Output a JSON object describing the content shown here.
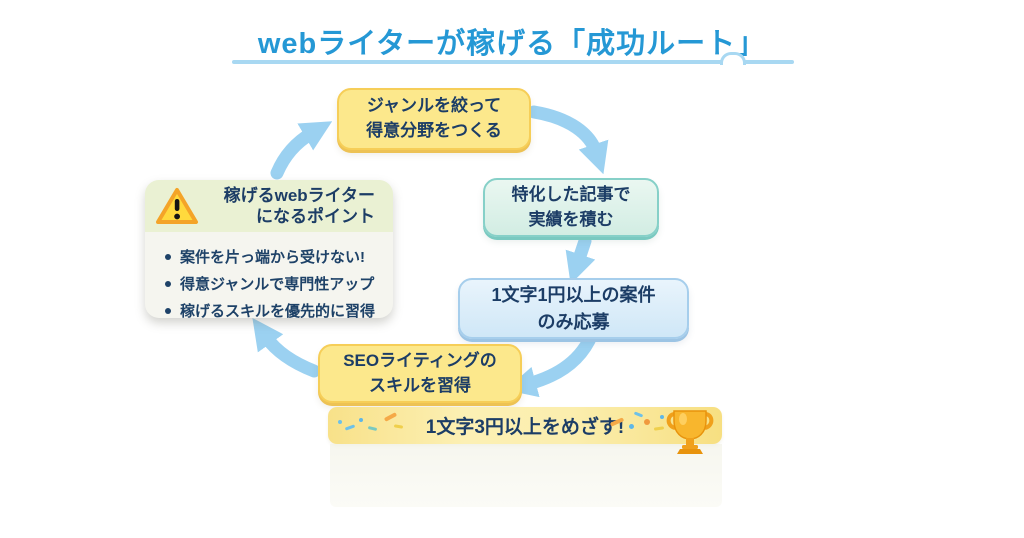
{
  "title": "webライターが稼げる「成功ルート」",
  "flow_steps": [
    {
      "line1": "ジャンルを絞って",
      "line2": "得意分野をつくる"
    },
    {
      "line1": "特化した記事で",
      "line2": "実績を積む"
    },
    {
      "line1": "1文字1円以上の案件",
      "line2": "のみ応募"
    },
    {
      "line1": "SEOライティングの",
      "line2": "スキルを習得"
    }
  ],
  "callout": {
    "title_line1": "稼げるwebライター",
    "title_line2": "になるポイント",
    "bullets": [
      "案件を片っ端から受けない!",
      "得意ジャンルで専門性アップ",
      "稼げるスキルを優先的に習得"
    ]
  },
  "goal_banner": {
    "text": "1文字3円以上をめざす!"
  },
  "icons": {
    "warning": "warning-triangle-icon",
    "trophy": "trophy-icon",
    "confetti": "confetti-icon"
  },
  "colors": {
    "title_blue": "#2598D5",
    "underline_blue": "#A8D8F2",
    "arrow_blue": "#9BD1F1",
    "yellow_box": "#FCE88C",
    "teal_box": "#D9EFE6",
    "blue_box": "#D7EAF8",
    "callout_header_green": "#EAF1D3",
    "banner_yellow": "#F9E48E",
    "text_navy": "#1C3D66"
  }
}
